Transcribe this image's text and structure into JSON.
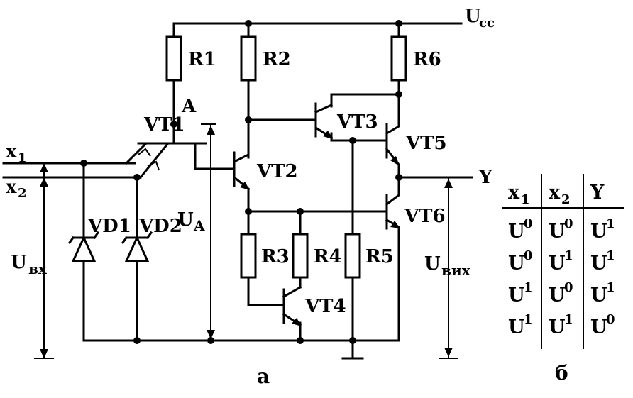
{
  "labels": {
    "ucc_main": "U",
    "ucc_sub": "cc",
    "node_a": "A",
    "x1_main": "x",
    "x1_sub": "1",
    "x2_main": "x",
    "x2_sub": "2",
    "y": "Y",
    "uvx_main": "U",
    "uvx_sub": "вх",
    "ua_main": "U",
    "ua_sub": "A",
    "uvix_main": "U",
    "uvix_sub": "вих",
    "caption_a": "а",
    "caption_b": "б"
  },
  "components": {
    "r1": "R1",
    "r2": "R2",
    "r3": "R3",
    "r4": "R4",
    "r5": "R5",
    "r6": "R6",
    "vt1": "VT1",
    "vt2": "VT2",
    "vt3": "VT3",
    "vt4": "VT4",
    "vt5": "VT5",
    "vt6": "VT6",
    "vd1": "VD1",
    "vd2": "VD2"
  },
  "truth_table": {
    "headers": [
      {
        "main": "x",
        "sub": "1"
      },
      {
        "main": "x",
        "sub": "2"
      },
      {
        "main": "Y",
        "sub": ""
      }
    ],
    "rows": [
      [
        "0",
        "0",
        "1"
      ],
      [
        "0",
        "1",
        "1"
      ],
      [
        "1",
        "0",
        "1"
      ],
      [
        "1",
        "1",
        "0"
      ]
    ],
    "cell_symbol": "U"
  }
}
